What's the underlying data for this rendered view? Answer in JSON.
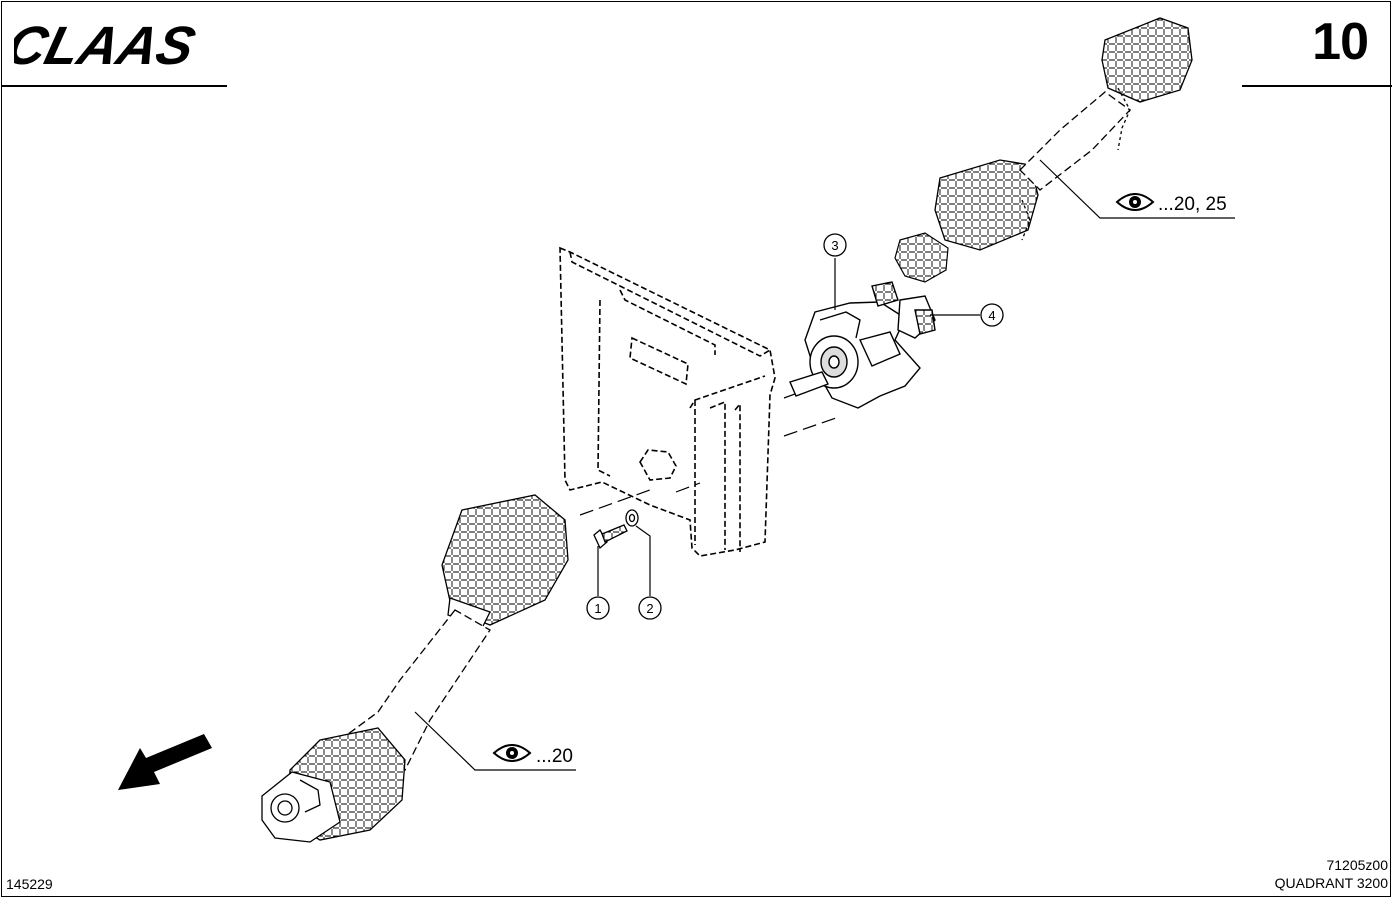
{
  "header": {
    "brand": "CLAAS",
    "page_number": "10"
  },
  "callouts": [
    {
      "label": "1"
    },
    {
      "label": "2"
    },
    {
      "label": "3"
    },
    {
      "label": "4"
    }
  ],
  "references": [
    {
      "icon": "eye-icon",
      "text": "...20, 25"
    },
    {
      "icon": "eye-icon",
      "text": "...20"
    }
  ],
  "footer": {
    "figure_id": "145229",
    "drawing_code": "71205z00",
    "model": "QUADRANT 3200"
  }
}
